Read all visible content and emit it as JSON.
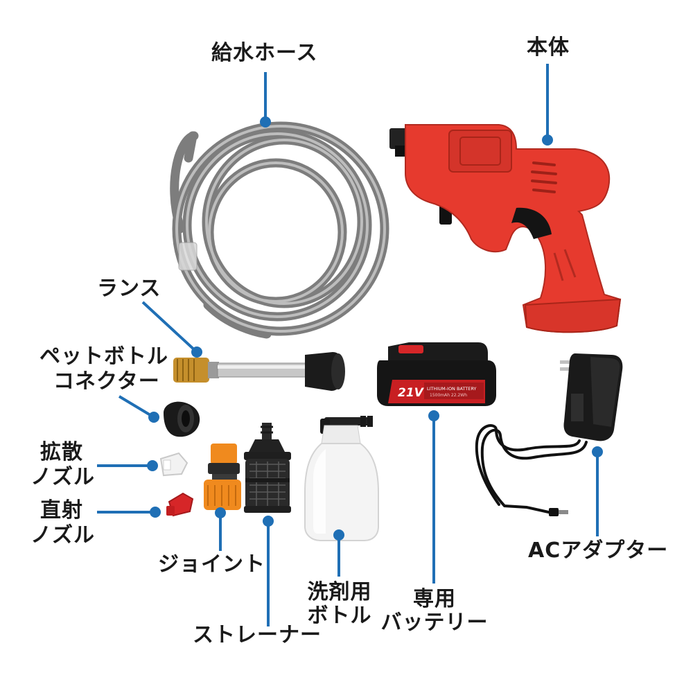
{
  "accent_color": "#1f6fb5",
  "labels": {
    "hose": "給水ホース",
    "body": "本体",
    "lance": "ランス",
    "pet_connector_1": "ペットボトル",
    "pet_connector_2": "コネクター",
    "diffuse_nozzle_1": "拡散",
    "diffuse_nozzle_2": "ノズル",
    "straight_nozzle_1": "直射",
    "straight_nozzle_2": "ノズル",
    "joint": "ジョイント",
    "strainer": "ストレーナー",
    "detergent_bottle_1": "洗剤用",
    "detergent_bottle_2": "ボトル",
    "battery_1": "専用",
    "battery_2": "バッテリー",
    "ac_adapter": "ACアダプター"
  },
  "battery_print": {
    "voltage": "21V",
    "type": "LITHIUM-ION BATTERY",
    "spec": "1500mAh 22.2Wh"
  }
}
